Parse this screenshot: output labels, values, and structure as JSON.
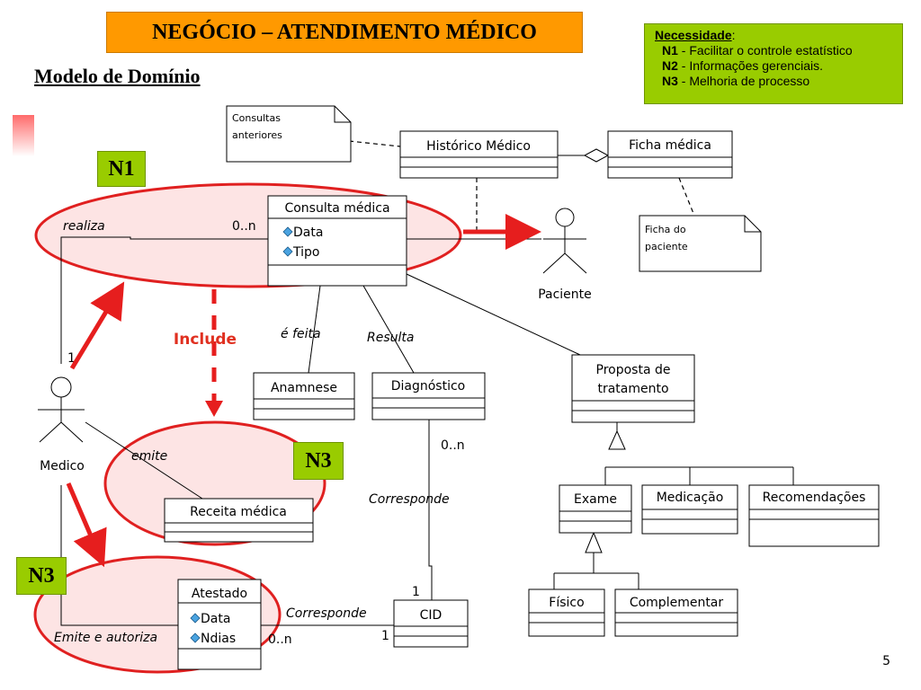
{
  "title": "NEGÓCIO – ATENDIMENTO MÉDICO",
  "subtitle": "Modelo de Domínio",
  "needs": {
    "title": "Necessidade",
    "title_suffix": ":",
    "items": [
      {
        "code": "N1",
        "text": " - Facilitar o controle estatístico"
      },
      {
        "code": "N2",
        "text": " - Informações gerenciais."
      },
      {
        "code": "N3",
        "text": " - Melhoria de processo"
      }
    ]
  },
  "labels": {
    "n1": "N1",
    "n3_receita": "N3",
    "n3_atestado": "N3",
    "include": "Include"
  },
  "notes": {
    "consultas_line1": "Consultas",
    "consultas_line2": "anteriores",
    "ficha_line1": "Ficha do",
    "ficha_line2": "paciente"
  },
  "classes": {
    "historico": "Histórico Médico",
    "ficha": "Ficha médica",
    "consulta": "Consulta médica",
    "consulta_attr1": "Data",
    "consulta_attr2": "Tipo",
    "anamnese": "Anamnese",
    "diagnostico": "Diagnóstico",
    "proposta_line1": "Proposta de",
    "proposta_line2": "tratamento",
    "exame": "Exame",
    "medicacao": "Medicação",
    "recomendacoes": "Recomendações",
    "fisico": "Físico",
    "complementar": "Complementar",
    "receita": "Receita médica",
    "atestado": "Atestado",
    "atestado_attr1": "Data",
    "atestado_attr2": "Ndias",
    "cid": "CID"
  },
  "actors": {
    "paciente": "Paciente",
    "medico": "Medico"
  },
  "associations": {
    "realiza": "realiza",
    "mult_0n_consulta": "0..n",
    "mult_1_medico": "1",
    "e_feita": "é feita",
    "resulta": "Resulta",
    "emite": "emite",
    "mult_0n_diag": "0..n",
    "corresponde_diag": "Corresponde",
    "mult_1_cid_top": "1",
    "corresponde_atestado": "Corresponde",
    "mult_1_cid_left": "1",
    "mult_0n_atestado": "0..n",
    "emite_autoriza": "Emite e autoriza"
  },
  "page_number": "5",
  "colors": {
    "title_bg": "#ff9900",
    "need_bg": "#99cc00",
    "highlight_fill": "#fde4e4",
    "highlight_stroke": "#e02020",
    "arrow": "#e61e1e"
  }
}
